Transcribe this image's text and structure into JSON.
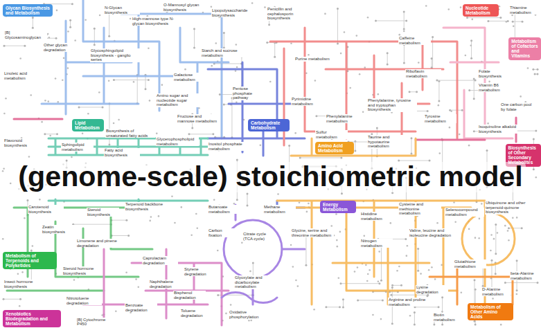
{
  "diagram": {
    "title": "(genome-scale) stoichiometric model",
    "nodes": [
      {
        "text": [
          "Glycan Biosynthesis and Metabolism"
        ]
      },
      {
        "text": [
          "Nucleotide Metabolism"
        ]
      },
      {
        "text": [
          "Metabolism of Cofactors and Vitamins"
        ]
      },
      {
        "text": [
          "Biosynthesis of Other Secondary Metabolites"
        ]
      },
      {
        "text": [
          "Lipid Metabolism"
        ]
      },
      {
        "text": [
          "Carbohydrate Metabolism"
        ]
      },
      {
        "text": [
          "Amino Acid Metabolism"
        ]
      },
      {
        "text": [
          "Energy Metabolism"
        ]
      },
      {
        "text": [
          "Metabolism of Terpenoids and Polyketides"
        ]
      },
      {
        "text": [
          "Xenobiotics Biodegradation and Metabolism"
        ]
      },
      {
        "text": [
          "Metabolism of Other Amino Acids"
        ]
      }
    ],
    "labels": [
      "[B] Glycosaminoglycan",
      "Other glycan degradation",
      "N-Glycan biosynthesis",
      "High-mannose type N-glycan biosynthesis",
      "O-Mannosyl glycan biosynthesis",
      "Lipopolysaccharide biosynthesis",
      "Glycosphingolipid biosynthesis - ganglio series",
      "Starch and sucrose metabolism",
      "Galactose metabolism",
      "Amino sugar and nucleotide sugar metabolism",
      "Pentose phosphate pathway",
      "Fructose and mannose metabolism",
      "Penicillin and cephalosporin biosynthesis",
      "Purine metabolism",
      "Pyrimidine metabolism",
      "Caffeine metabolism",
      "Riboflavin metabolism",
      "Thiamine metabolism",
      "Folate biosynthesis",
      "Vitamin B6 metabolism",
      "One carbon pool by folate",
      "Isoquinoline alkaloid biosynthesis",
      "Phenylalanine, tyrosine and tryptophan biosynthesis",
      "Tyrosine metabolism",
      "Phenylalanine metabolism",
      "Taurine and hypotaurine metabolism",
      "Sulfur metabolism",
      "Fatty acid biosynthesis",
      "Sphingolipid metabolism",
      "Glycerophospholipid metabolism",
      "Biosynthesis of unsaturated fatty acids",
      "Linoleic acid metabolism",
      "Flavonoid biosynthesis",
      "Inositol phosphate metabolism",
      "Carotenoid biosynthesis",
      "Steroid biosynthesis",
      "Terpenoid backbone biosynthesis",
      "Butanoate metabolism",
      "Methane metabolism",
      "Zeatin biosynthesis",
      "Limonene and pinene degradation",
      "Steroid hormone biosynthesis",
      "Insect hormone biosynthesis",
      "Citrate cycle (TCA cycle)",
      "Carbon fixation",
      "Glyoxylate and dicarboxylate metabolism",
      "Oxidative phosphorylation",
      "Histidine metabolism",
      "Glycine, serine and threonine metabolism",
      "Cysteine and methionine metabolism",
      "Selenocompound metabolism",
      "Nitrogen metabolism",
      "Valine, leucine and isoleucine degradation",
      "Glutathione metabolism",
      "Lysine degradation",
      "Arginine and proline metabolism",
      "D-Alanine metabolism",
      "beta-Alanine metabolism",
      "Biotin metabolism",
      "Caprolactam degradation",
      "Styrene degradation",
      "Naphthalene degradation",
      "Bisphenol degradation",
      "Benzoate degradation",
      "Toluene degradation",
      "Nitrotoluene degradation",
      "[B] Cytochrome P450",
      "Ubiquinone and other terpenoid-quinone biosynthesis"
    ]
  }
}
